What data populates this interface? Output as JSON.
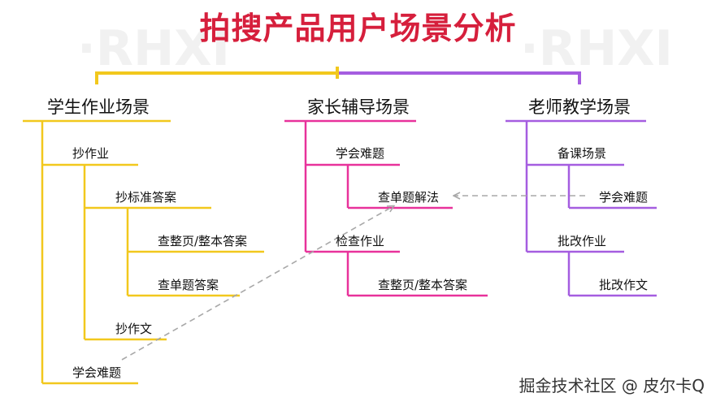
{
  "title": "拍搜产品用户场景分析",
  "watermark": "掘金技术社区 @ 皮尔卡Q",
  "colors": {
    "title": "#d61f3c",
    "student": "#f2c81d",
    "parent": "#e8329b",
    "teacher": "#a55de0",
    "arrow": "#a8a8a8",
    "wm_shadow": "#f1f1f1"
  },
  "branches": {
    "student": {
      "label": "学生作业场景",
      "copy_homework": "抄作业",
      "copy_standard": "抄标准答案",
      "whole_page": "查整页/整本答案",
      "single_question": "查单题答案",
      "copy_essay": "抄作文",
      "learn_problems": "学会难题"
    },
    "parent": {
      "label": "家长辅导场景",
      "learn_problems": "学会难题",
      "single_solution": "查单题解法",
      "check_homework": "检查作业",
      "whole_page": "查整页/整本答案"
    },
    "teacher": {
      "label": "老师教学场景",
      "prepare": "备课场景",
      "learn_problems": "学会难题",
      "grade_homework": "批改作业",
      "grade_essay": "批改作文"
    }
  }
}
